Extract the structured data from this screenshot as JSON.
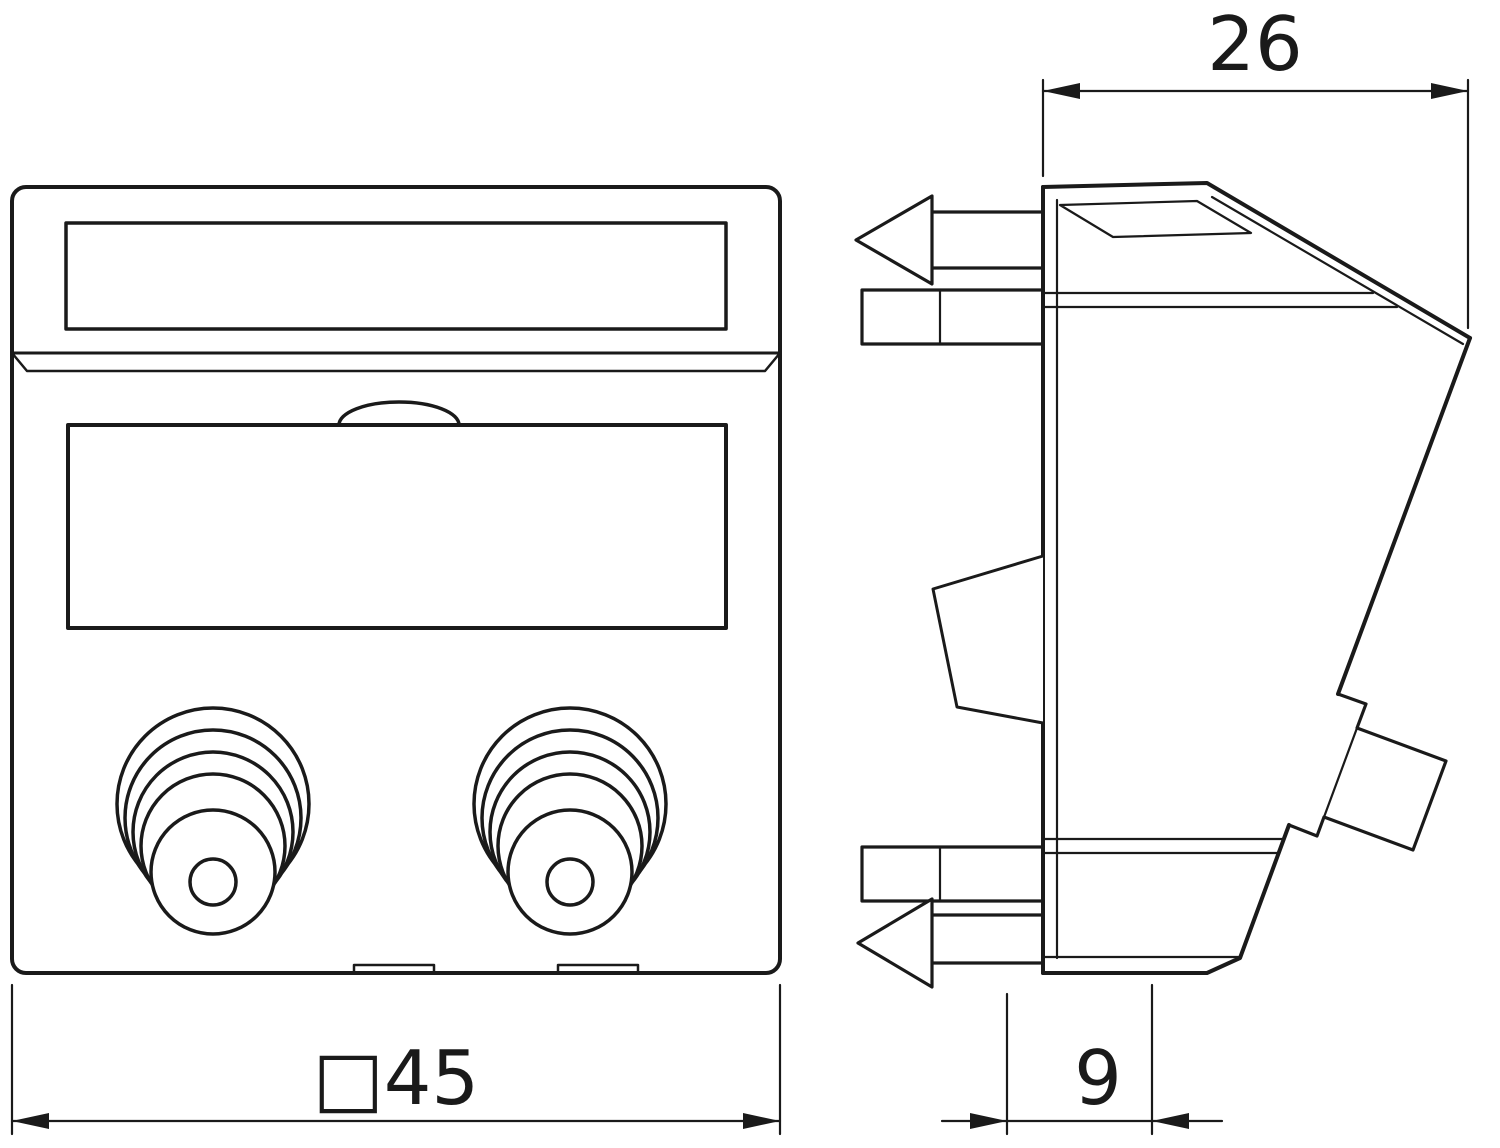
{
  "drawing": {
    "line_color": "#1a1a1a",
    "background_color": "#ffffff",
    "dimensions": {
      "side_depth_label": "26",
      "front_size_label": "□45",
      "rear_depth_label": "9"
    }
  }
}
